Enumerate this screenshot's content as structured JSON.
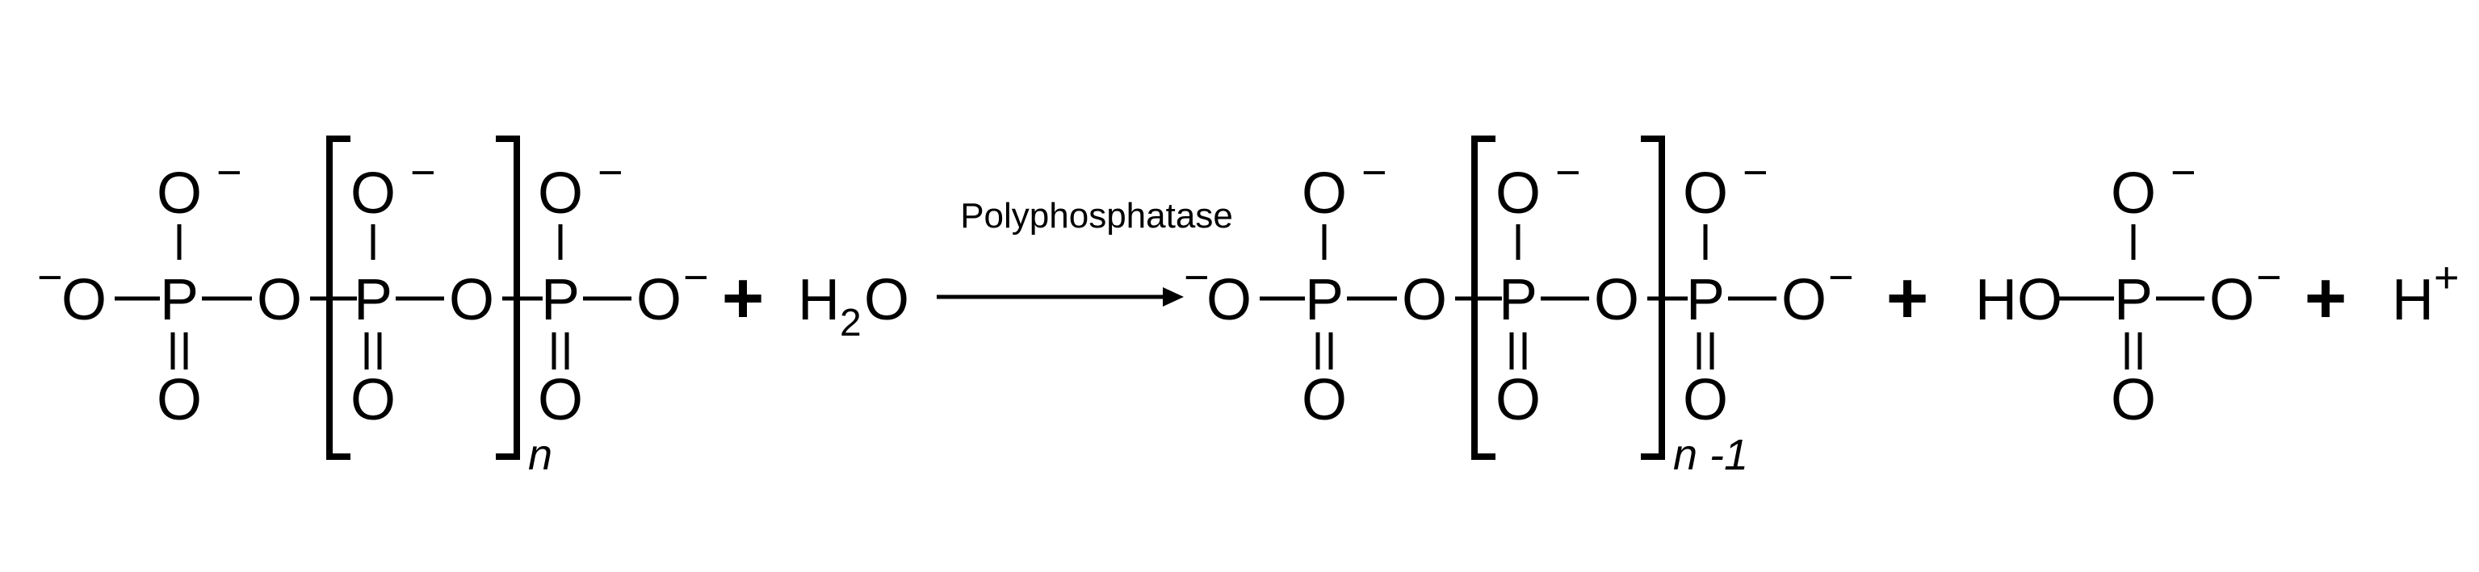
{
  "atoms": {
    "O": "O",
    "P": "P",
    "H": "H",
    "HO": "HO"
  },
  "charges": {
    "minus": "−",
    "plus": "+"
  },
  "subscripts": {
    "two": "2"
  },
  "operators": {
    "plus": "+"
  },
  "enzyme": "Polyphosphatase",
  "repeat_index": {
    "reactant": "n",
    "product": "n -1"
  }
}
